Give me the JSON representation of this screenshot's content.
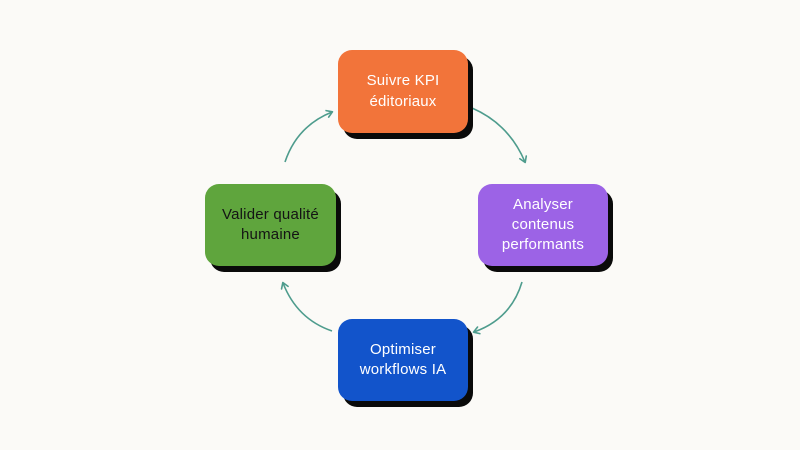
{
  "canvas": {
    "background": "#FBFAF7"
  },
  "diagram": {
    "type": "cycle",
    "direction": "clockwise",
    "arrow_color": "#4E9C8D",
    "nodes": [
      {
        "position": "top",
        "label": "Suivre KPI éditoriaux",
        "fill": "#F2743A",
        "text_color": "#FFFFFF"
      },
      {
        "position": "right",
        "label": "Analyser contenus performants",
        "fill": "#9C63E6",
        "text_color": "#FFFFFF"
      },
      {
        "position": "bottom",
        "label": "Optimiser workflows IA",
        "fill": "#1254CB",
        "text_color": "#FFFFFF"
      },
      {
        "position": "left",
        "label": "Valider qualité humaine",
        "fill": "#5FA53D",
        "text_color": "#141414"
      }
    ]
  }
}
